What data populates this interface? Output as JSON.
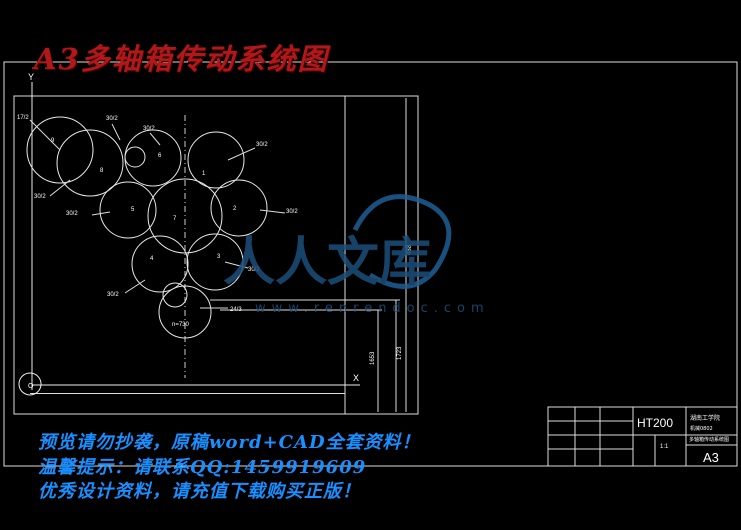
{
  "drawing": {
    "title": "A3多轴箱传动系统图",
    "axis_y": "Y",
    "axis_x": "X",
    "origin": "O",
    "dims": {
      "vertical_total": "488",
      "d1": "1653",
      "d2": "1723"
    },
    "labels": {
      "r1": "17/2",
      "r2": "30/2",
      "r3": "30/2",
      "r4": "30/2",
      "r5": "30/2",
      "r6": "30/2",
      "r7": "30/2",
      "r8": "30/2",
      "r9": "30/2",
      "r10": "30/2",
      "r11": "24/3",
      "n": "n=730"
    },
    "shaft_numbers": [
      "1",
      "2",
      "3",
      "4",
      "5",
      "6",
      "7",
      "8",
      "9"
    ]
  },
  "title_block": {
    "material": "HT200",
    "sheet_size": "A3",
    "school": "湖南工学院",
    "class_line": "机械0802",
    "drawing_name": "多轴箱传动系统图",
    "scale": "1:1"
  },
  "watermark": {
    "brand": "人人文库",
    "url": "www.renrendoc.com"
  },
  "notices": [
    "预览请勿抄袭，原稿word+CAD全套资料！",
    "温馨提示：请联系QQ:1459919609",
    "优秀设计资料，请充值下载购买正版！"
  ],
  "colors": {
    "line": "#ffffff",
    "title": "#b0181a",
    "notice": "#1a8fff",
    "watermark": "#1a4d7a"
  }
}
